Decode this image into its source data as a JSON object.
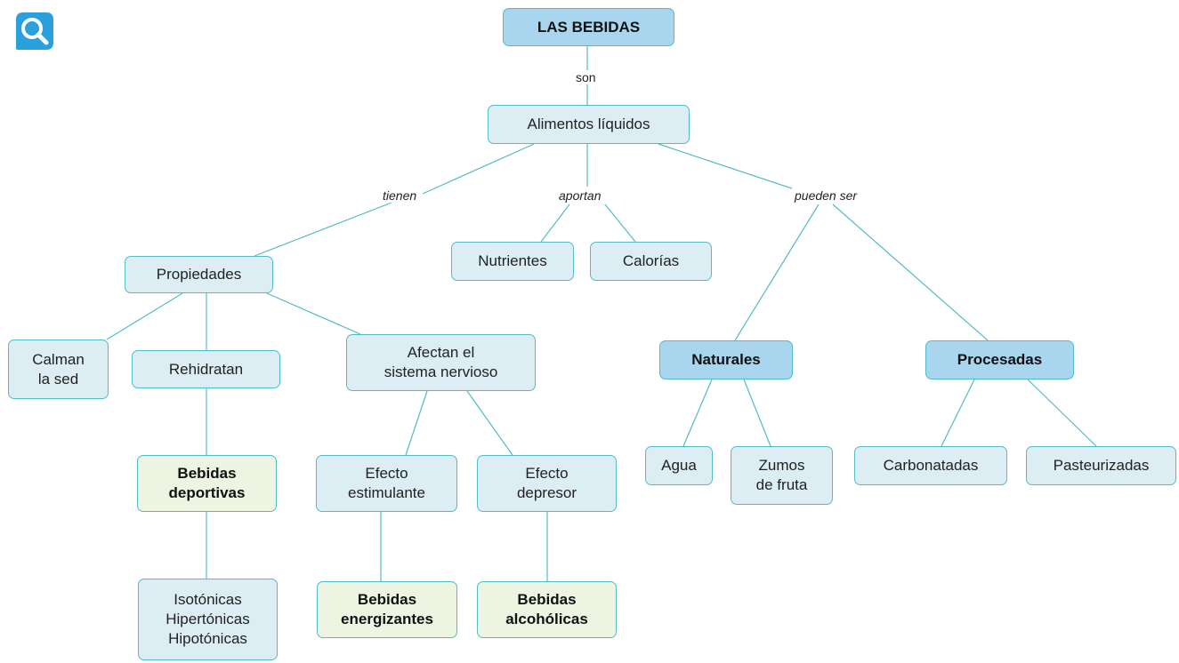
{
  "colors": {
    "line": "#52bcc4",
    "node": "#dcedf3",
    "highlight": "#a9d5ef",
    "green": "#edf4e2",
    "logo": "#2aa0dc"
  },
  "icons": {
    "logo": "search-icon"
  },
  "nodes": {
    "root": "LAS BEBIDAS",
    "alimentos": "Alimentos líquidos",
    "propiedades": "Propiedades",
    "nutrientes": "Nutrientes",
    "calorias": "Calorías",
    "calman": "Calman\nla sed",
    "rehidratan": "Rehidratan",
    "afectan": "Afectan el\nsistema nervioso",
    "naturales": "Naturales",
    "procesadas": "Procesadas",
    "deportivas": "Bebidas\ndeportivas",
    "estimulante": "Efecto\nestimulante",
    "depresor": "Efecto\ndepresor",
    "agua": "Agua",
    "zumos": "Zumos\nde fruta",
    "carbonatadas": "Carbonatadas",
    "pasteurizadas": "Pasteurizadas",
    "tonicas": "Isotónicas\nHipertónicas\nHipotónicas",
    "energizantes": "Bebidas\nenergizantes",
    "alcoholicas": "Bebidas\nalcohólicas"
  },
  "links": {
    "son": "son",
    "tienen": "tienen",
    "aportan": "aportan",
    "pueden_ser": "pueden ser"
  }
}
